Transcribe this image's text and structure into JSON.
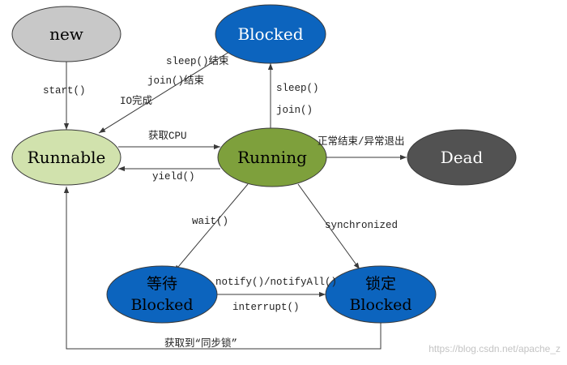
{
  "colors": {
    "new": "#c8c8c8",
    "runnable": "#d1e2ad",
    "running": "#7ea03c",
    "blocked": "#0c64be",
    "dead": "#525252",
    "blocked_text": "#ffffff",
    "dark_text": "#000000",
    "edge": "#3a3a3a"
  },
  "states": {
    "new": "new",
    "runnable": "Runnable",
    "running": "Running",
    "blocked": "Blocked",
    "dead": "Dead",
    "waiting_line1": "等待",
    "waiting_line2": "Blocked",
    "lock_line1": "锁定",
    "lock_line2": "Blocked"
  },
  "transitions": {
    "start": "start()",
    "sleep_end": "sleep()结束",
    "join_end": "join()结束",
    "io_done": "IO完成",
    "get_cpu": "获取CPU",
    "yield": "yield()",
    "sleep": "sleep()",
    "join": "join()",
    "exit": "正常结束/异常退出",
    "wait": "wait()",
    "synchronized": "synchronized",
    "notify": "notify()/notifyAll()",
    "interrupt": "interrupt()",
    "get_lock": "获取到“同步锁”"
  },
  "watermark": "https://blog.csdn.net/apache_z"
}
